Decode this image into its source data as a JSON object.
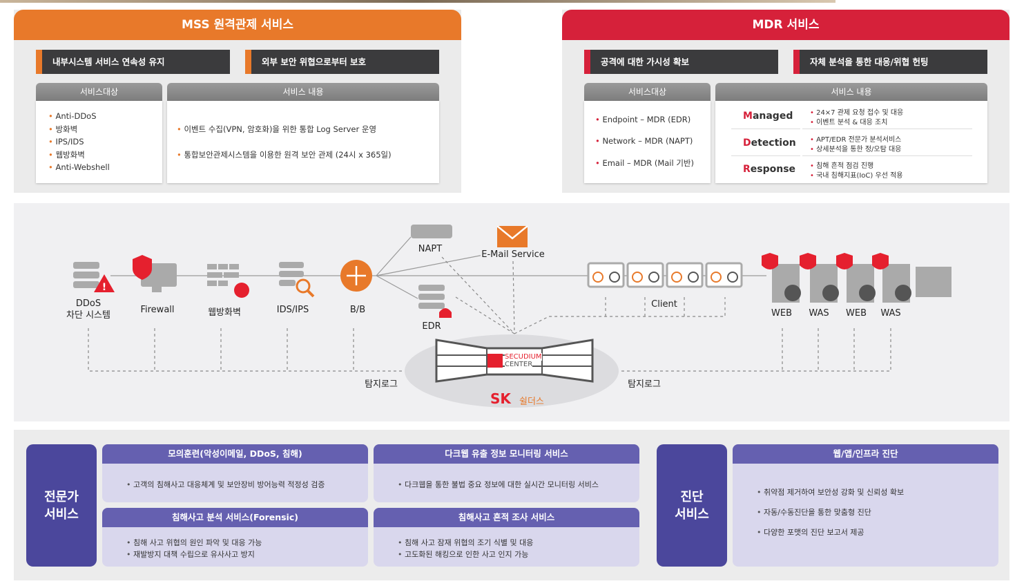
{
  "mss": {
    "title": "MSS 원격관제 서비스",
    "sub1": "내부시스템 서비스 연속성 유지",
    "sub2": "외부 보안 위협으로부터 보호",
    "target_tab": "서비스대상",
    "content_tab": "서비스 내용",
    "targets": [
      "Anti-DDoS",
      "방화벽",
      "IPS/IDS",
      "웹방화벽",
      "Anti-Webshell"
    ],
    "contents": [
      "이벤트 수집(VPN, 암호화)을 위한 통합 Log Server 운영",
      "통합보안관제시스템을 이용한 원격 보안 관제 (24시 x 365일)"
    ]
  },
  "mdr": {
    "title": "MDR 서비스",
    "sub1": "공격에 대한 가시성 확보",
    "sub2": "자체 분석을 통한 대응/위협 헌팅",
    "target_tab": "서비스대상",
    "content_tab": "서비스 내용",
    "targets": [
      "Endpoint – MDR (EDR)",
      "Network – MDR (NAPT)",
      "Email – MDR (Mail 기반)"
    ],
    "rows": [
      {
        "initial": "M",
        "rest": "anaged",
        "items": [
          "24×7 관제 요청 접수 및 대응",
          "이벤트 분석 & 대응 조치"
        ]
      },
      {
        "initial": "D",
        "rest": "etection",
        "items": [
          "APT/EDR 전문가 분석서비스",
          "상세분석을 통한 정/오탐 대응"
        ]
      },
      {
        "initial": "R",
        "rest": "esponse",
        "items": [
          "침해 흔적 점검 진행",
          "국내 침해지표(IoC) 우선 적용"
        ]
      }
    ]
  },
  "diagram": {
    "ddos": "DDoS",
    "ddos2": "차단 시스템",
    "firewall": "Firewall",
    "waf": "웹방화벽",
    "ids": "IDS/IPS",
    "bb": "B/B",
    "napt": "NAPT",
    "email": "E-Mail Service",
    "edr": "EDR",
    "client": "Client",
    "servers": [
      "WEB",
      "WAS",
      "WEB",
      "WAS"
    ],
    "log_left": "탐지로그",
    "log_right": "탐지로그",
    "center1": "SECUDIUM",
    "center2": "CENTER",
    "brand_sk": "SK",
    "brand_name": "쉴더스"
  },
  "expert": {
    "label1": "전문가",
    "label2": "서비스",
    "boxes": [
      {
        "title": "모의훈련(악성이메일, DDoS, 침해)",
        "items": [
          "고객의 침해사고 대응체계 및 보안장비 방어능력 적정성 검증"
        ]
      },
      {
        "title": "다크웹 유출 정보 모니터링 서비스",
        "items": [
          "다크웹을 통한 불법 중요 정보에 대한 실시간 모니터링 서비스"
        ]
      },
      {
        "title": "침해사고 분석 서비스(Forensic)",
        "items": [
          "침해 사고 위협의 원인 파악 및 대응 가능",
          "재발방지 대책 수립으로 유사사고 방지"
        ]
      },
      {
        "title": "침해사고 흔적 조사 서비스",
        "items": [
          "침해 사고 잠재 위협의 조기 식별 및 대응",
          "고도화된 해킹으로 인한 사고 인지 가능"
        ]
      }
    ]
  },
  "diag": {
    "label1": "진단",
    "label2": "서비스",
    "title": "웹/앱/인프라 진단",
    "items": [
      "취약점 제거하여 보안성 강화 및 신뢰성 확보",
      "자동/수동진단을 통한 맞춤형 진단",
      "다양한 포맷의 진단 보고서 제공"
    ]
  },
  "colors": {
    "orange": "#e8792a",
    "red": "#d6213a",
    "purple": "#4b479c"
  }
}
